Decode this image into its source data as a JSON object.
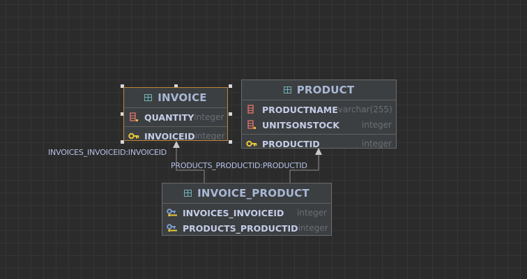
{
  "tables": {
    "invoice": {
      "name": "INVOICE",
      "columns": [
        {
          "name": "QUANTITY",
          "type": "integer",
          "icon": "column-icon"
        }
      ],
      "keys": [
        {
          "name": "INVOICEID",
          "type": "integer",
          "icon": "primary-key-icon"
        }
      ]
    },
    "product": {
      "name": "PRODUCT",
      "columns": [
        {
          "name": "PRODUCTNAME",
          "type": "varchar(255)",
          "icon": "column-icon"
        },
        {
          "name": "UNITSONSTOCK",
          "type": "integer",
          "icon": "column-icon"
        }
      ],
      "keys": [
        {
          "name": "PRODUCTID",
          "type": "integer",
          "icon": "primary-key-icon"
        }
      ]
    },
    "invoice_product": {
      "name": "INVOICE_PRODUCT",
      "columns": [
        {
          "name": "INVOICES_INVOICEID",
          "type": "integer",
          "icon": "foreign-key-icon"
        },
        {
          "name": "PRODUCTS_PRODUCTID",
          "type": "integer",
          "icon": "foreign-key-icon"
        }
      ]
    }
  },
  "connections": {
    "invoice_link": "INVOICES_INVOICEID:INVOICEID",
    "product_link": "PRODUCTS_PRODUCTID:PRODUCTID"
  },
  "colors": {
    "background": "#2b2b2b",
    "table_fill": "#3c3f41",
    "selected_border": "#c0853a",
    "header_text": "#a9b7d6",
    "key_icon": "#e8c93a",
    "column_icon": "#d9736a"
  }
}
